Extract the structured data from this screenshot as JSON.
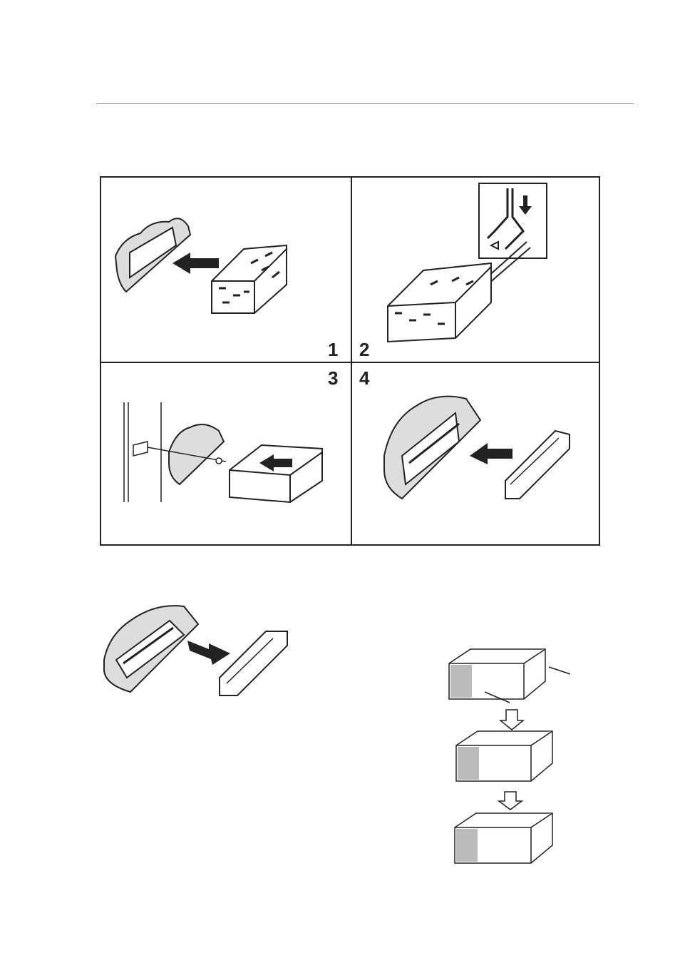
{
  "page": {
    "steps": [
      {
        "number": "1"
      },
      {
        "number": "2"
      },
      {
        "number": "3"
      },
      {
        "number": "4"
      }
    ]
  },
  "colors": {
    "rule": "#5b8fd6",
    "ink": "#222222"
  },
  "figures": [
    {
      "id": "step-1",
      "icon": "cage-into-dashboard"
    },
    {
      "id": "step-2",
      "icon": "bend-tabs-tool"
    },
    {
      "id": "step-3",
      "icon": "unit-into-cage"
    },
    {
      "id": "step-4",
      "icon": "attach-trim-frame"
    },
    {
      "id": "removal",
      "icon": "remove-trim-frame"
    },
    {
      "id": "keys",
      "icon": "release-keys-sequence"
    }
  ]
}
